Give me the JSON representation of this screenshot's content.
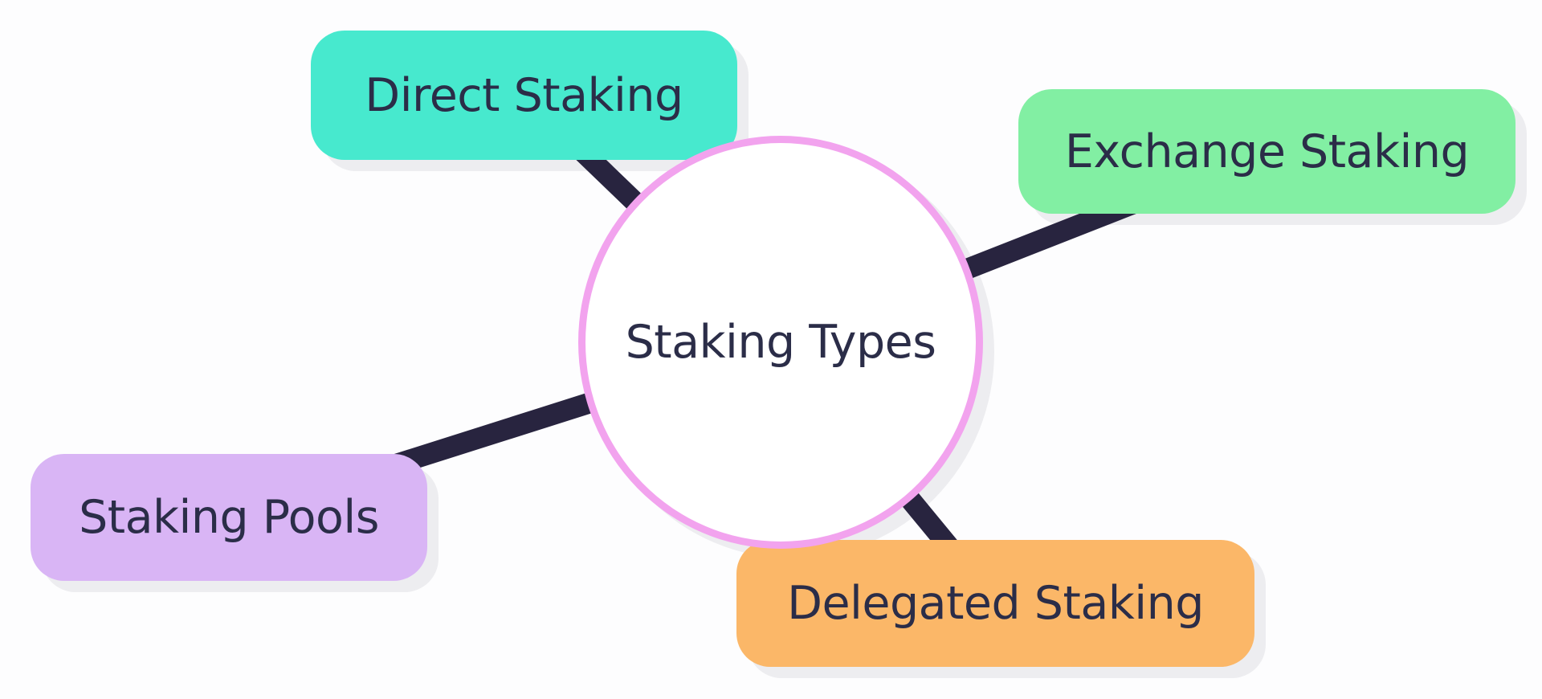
{
  "diagram": {
    "background_color": "#FDFDFE",
    "text_color": "#2B2D48",
    "connector_color": "#28243F",
    "shadow_color": "#EDEDF0",
    "center": {
      "label": "Staking Types",
      "fill_color": "#FFFFFF",
      "stroke_color": "#F2A3EE"
    },
    "nodes": [
      {
        "id": "direct-staking",
        "label": "Direct Staking",
        "color": "#47E9CE",
        "position": "top-left"
      },
      {
        "id": "exchange-staking",
        "label": "Exchange Staking",
        "color": "#82EFA3",
        "position": "top-right"
      },
      {
        "id": "staking-pools",
        "label": "Staking Pools",
        "color": "#D9B5F5",
        "position": "bottom-left"
      },
      {
        "id": "delegated-staking",
        "label": "Delegated Staking",
        "color": "#FBB768",
        "position": "bottom-right"
      }
    ]
  }
}
